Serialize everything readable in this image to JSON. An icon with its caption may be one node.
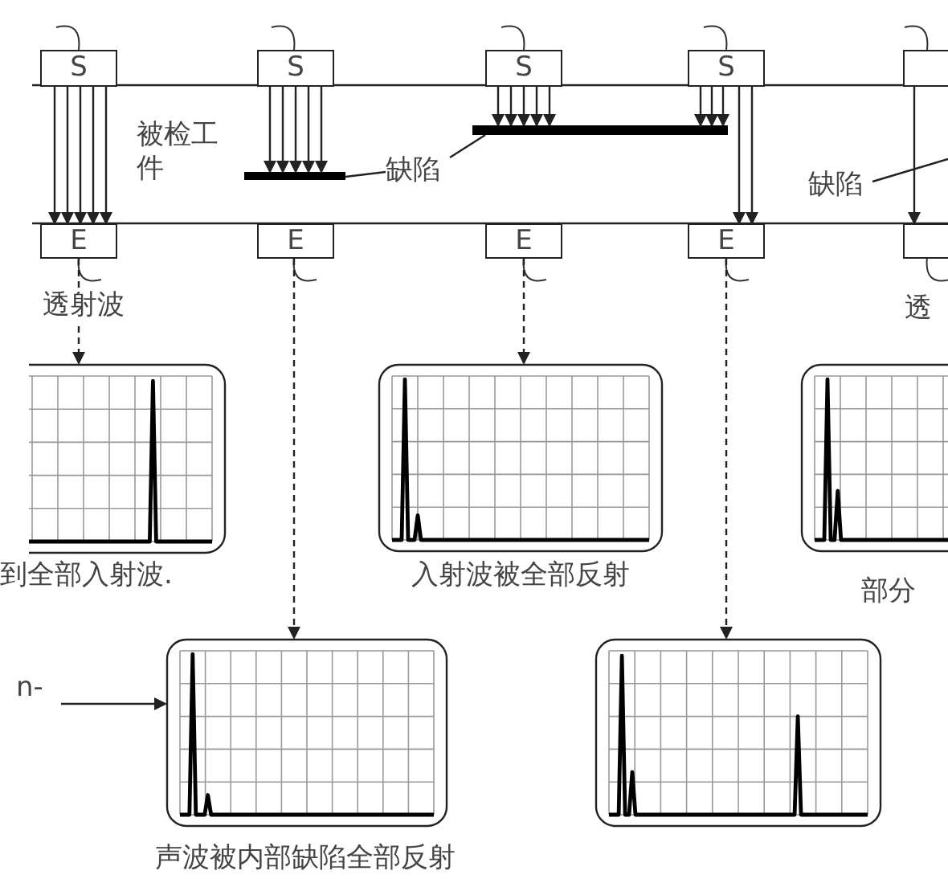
{
  "diagram": {
    "nodes": [
      {
        "text": [
          "S"
        ]
      },
      {
        "text": [
          "S"
        ]
      },
      {
        "text": [
          "S"
        ]
      },
      {
        "text": [
          "S"
        ]
      },
      {
        "text": [],
        "shape": "box"
      },
      {
        "text": [
          "E"
        ]
      },
      {
        "text": [
          "E"
        ]
      },
      {
        "text": [
          "E"
        ]
      },
      {
        "text": [
          "E"
        ]
      },
      {
        "text": [],
        "shape": "box"
      },
      {
        "text": [],
        "shape": "bar"
      },
      {
        "text": [],
        "shape": "bar"
      },
      {
        "text": [
          "缺陷"
        ]
      },
      {
        "text": [
          "缺陷"
        ]
      },
      {
        "text": [
          "n-"
        ]
      },
      {
        "text": [],
        "shape": "screen",
        "beside": [
          "到全部入射波."
        ]
      },
      {
        "text": [],
        "shape": "screen",
        "beside": [
          "入射波被全部反射"
        ]
      },
      {
        "text": [],
        "shape": "screen",
        "beside": [
          "部分"
        ]
      },
      {
        "text": [],
        "shape": "screen",
        "beside": [
          "声波被内部缺陷全部反射"
        ]
      },
      {
        "text": [],
        "shape": "screen"
      }
    ],
    "edges": [
      {
        "from": 0,
        "to": 5,
        "arrow": "to"
      },
      {
        "from": 0,
        "to": 5,
        "arrow": "to"
      },
      {
        "from": 0,
        "to": 5,
        "arrow": "to"
      },
      {
        "from": 0,
        "to": 5,
        "arrow": "to"
      },
      {
        "from": 0,
        "to": 5,
        "arrow": "to"
      },
      {
        "from": 1,
        "to": 10,
        "arrow": "to"
      },
      {
        "from": 1,
        "to": 10,
        "arrow": "to"
      },
      {
        "from": 1,
        "to": 10,
        "arrow": "to"
      },
      {
        "from": 1,
        "to": 10,
        "arrow": "to"
      },
      {
        "from": 1,
        "to": 10,
        "arrow": "to"
      },
      {
        "from": 2,
        "to": 11,
        "arrow": "to"
      },
      {
        "from": 2,
        "to": 11,
        "arrow": "to"
      },
      {
        "from": 2,
        "to": 11,
        "arrow": "to"
      },
      {
        "from": 2,
        "to": 11,
        "arrow": "to"
      },
      {
        "from": 2,
        "to": 11,
        "arrow": "to"
      },
      {
        "from": 3,
        "to": 11,
        "arrow": "to"
      },
      {
        "from": 3,
        "to": 11,
        "arrow": "to"
      },
      {
        "from": 3,
        "to": 11,
        "arrow": "to"
      },
      {
        "from": 3,
        "to": 8,
        "arrow": "to"
      },
      {
        "from": 3,
        "to": 8,
        "arrow": "to"
      },
      {
        "from": 4,
        "to": 9,
        "arrow": "to"
      },
      {
        "from": 12,
        "to": 10,
        "arrow": "none"
      },
      {
        "from": 12,
        "to": 11,
        "arrow": "none"
      },
      {
        "from": 13,
        "to": null,
        "arrow": "none"
      },
      {
        "from": 5,
        "to": 15,
        "arrow": "to",
        "label": "透射波",
        "style": "dashed"
      },
      {
        "from": 6,
        "to": 18,
        "arrow": "to",
        "style": "dashed"
      },
      {
        "from": 7,
        "to": 16,
        "arrow": "to",
        "style": "dashed"
      },
      {
        "from": 8,
        "to": 19,
        "arrow": "to",
        "style": "dashed"
      },
      {
        "from": 14,
        "to": 18,
        "arrow": "to"
      }
    ],
    "labels": [
      "被检工件",
      "透"
    ]
  }
}
